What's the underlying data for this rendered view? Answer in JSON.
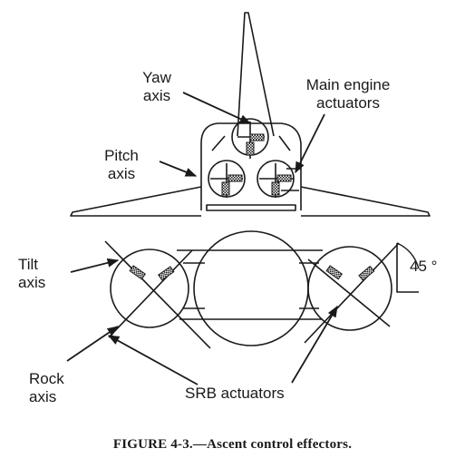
{
  "labels": {
    "yaw_line1": "Yaw",
    "yaw_line2": "axis",
    "main_engine_line1": "Main engine",
    "main_engine_line2": "actuators",
    "pitch_line1": "Pitch",
    "pitch_line2": "axis",
    "tilt_line1": "Tilt",
    "tilt_line2": "axis",
    "rock_line1": "Rock",
    "rock_line2": "axis",
    "srb_actuators": "SRB actuators",
    "angle": "45 °"
  },
  "caption": "FIGURE 4-3.—Ascent control effectors.",
  "colors": {
    "ink": "#1a1a1a",
    "paper": "#ffffff"
  }
}
